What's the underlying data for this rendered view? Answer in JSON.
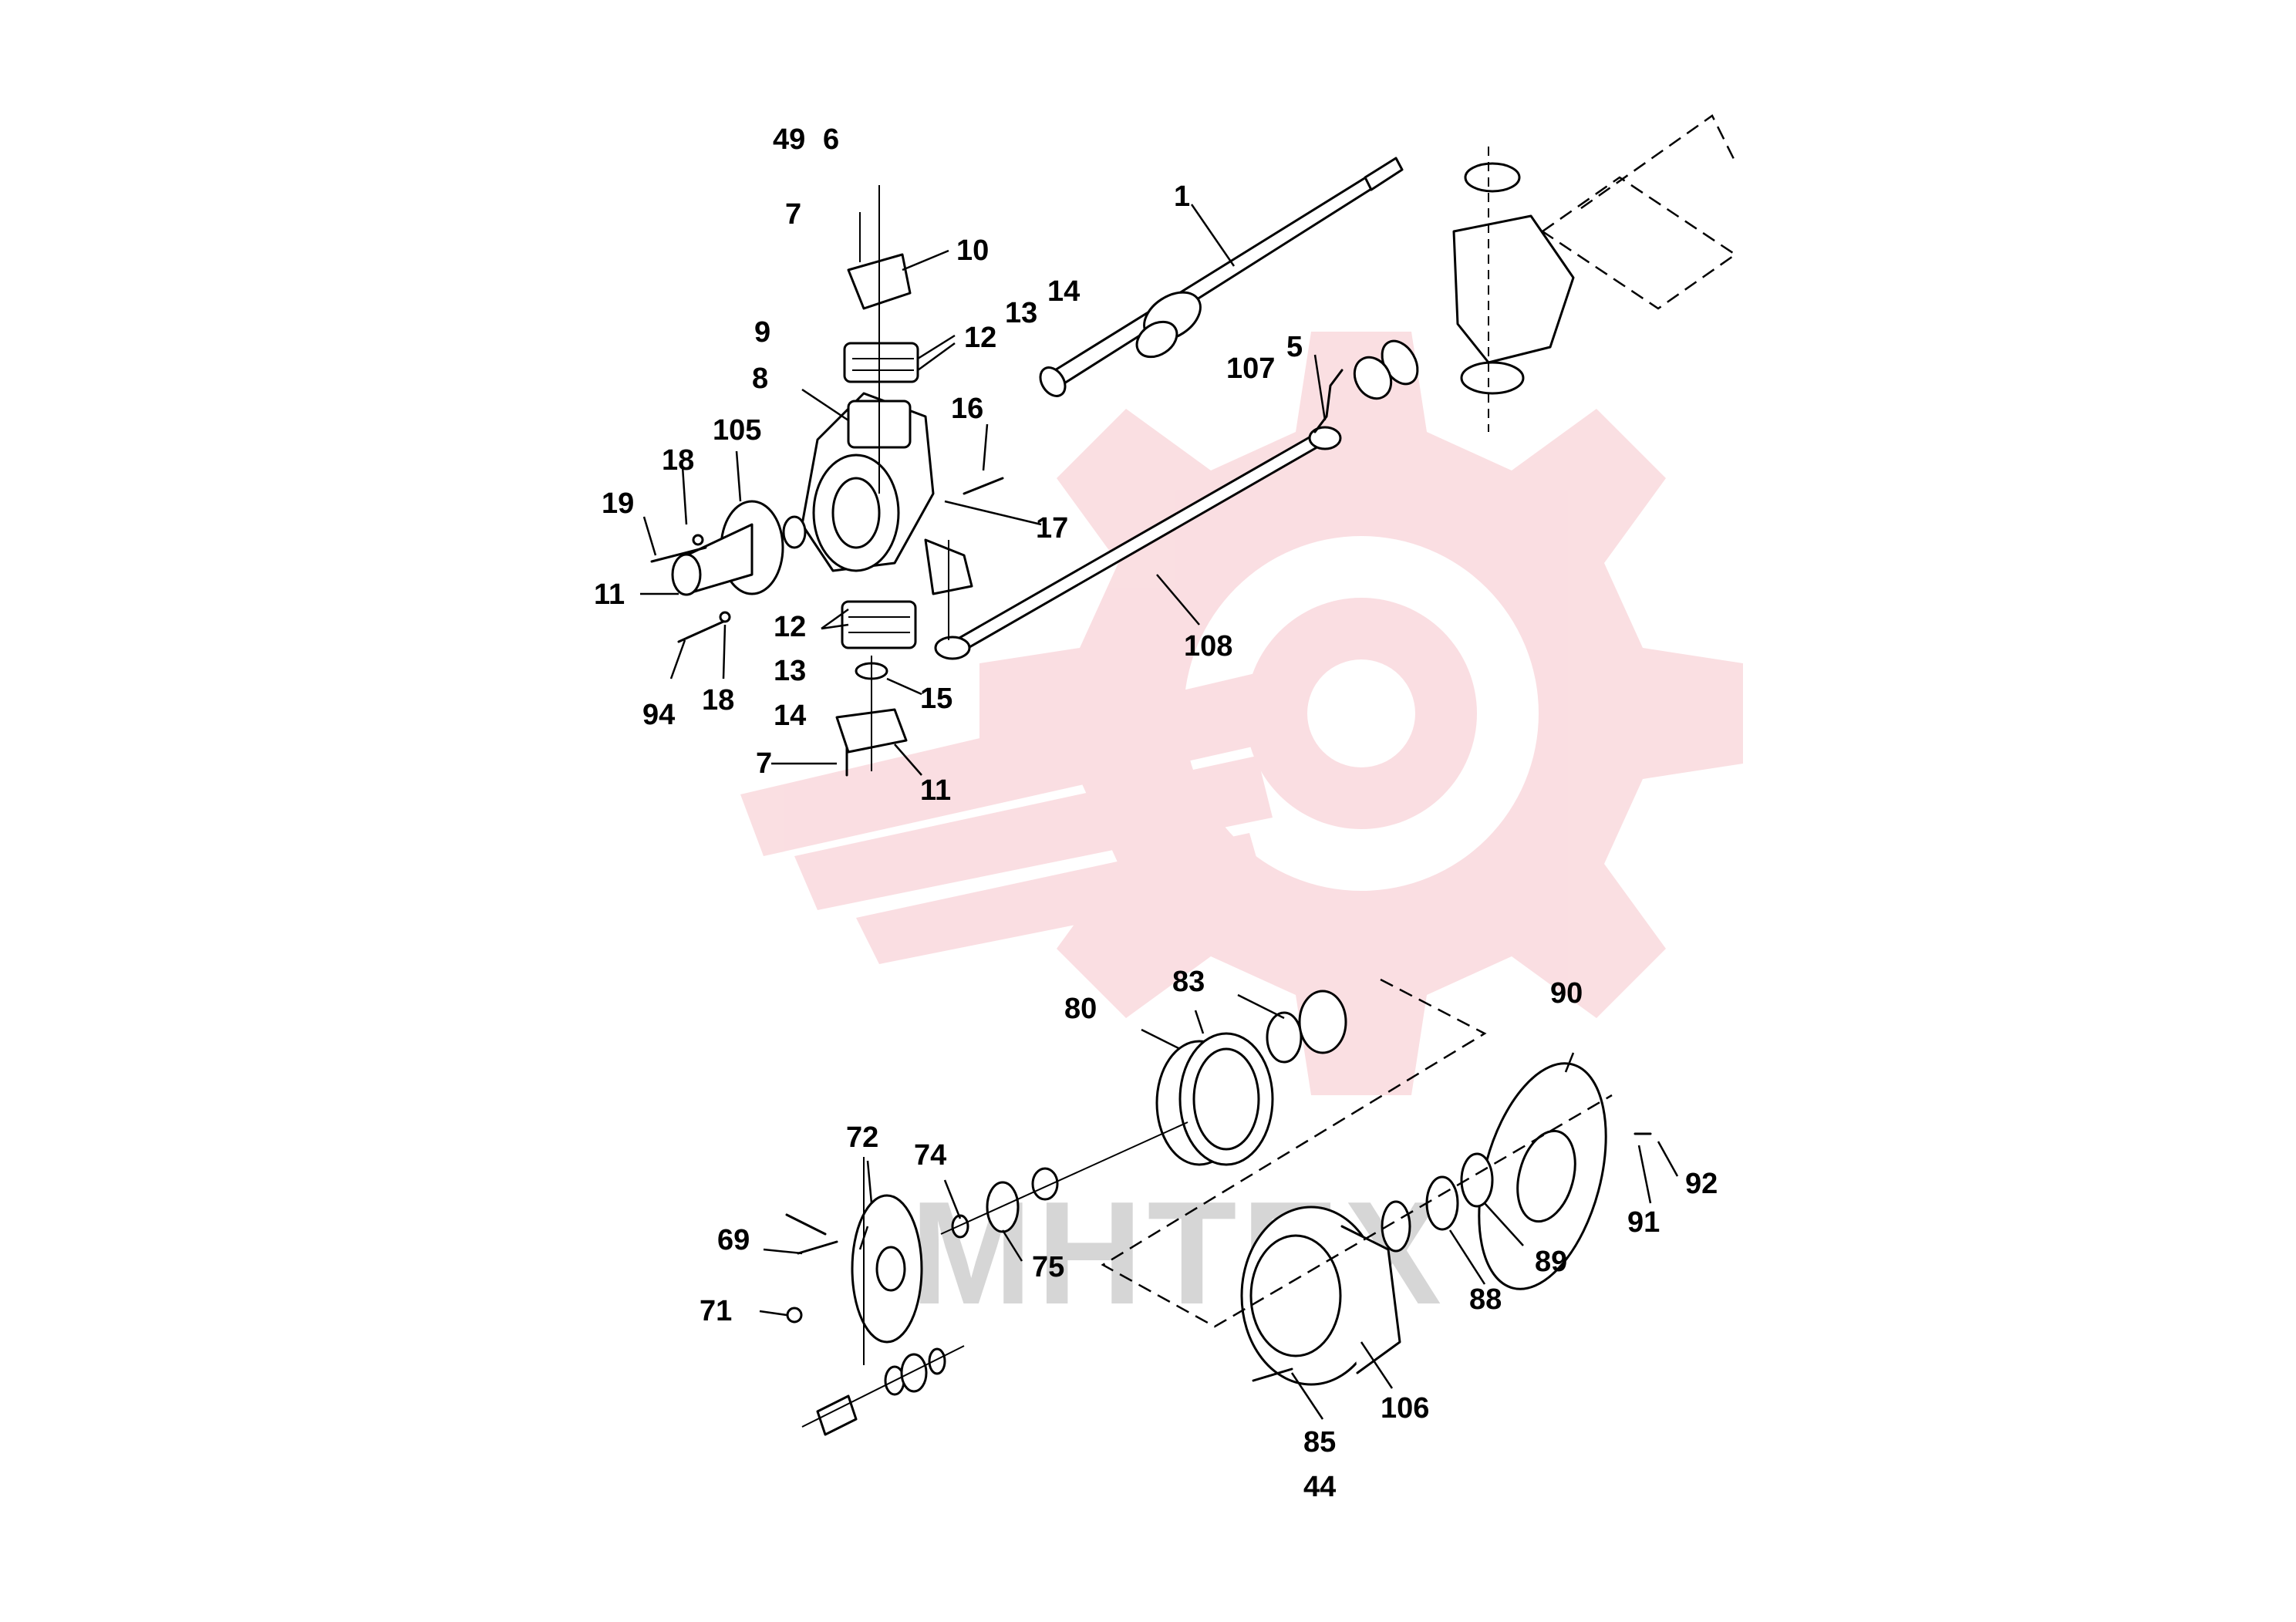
{
  "watermark": {
    "text": "MHTEX",
    "color": "#f5b8bf"
  },
  "callouts": [
    {
      "id": "c49",
      "text": "49"
    },
    {
      "id": "c6",
      "text": "6"
    },
    {
      "id": "c7a",
      "text": "7"
    },
    {
      "id": "c1",
      "text": "1"
    },
    {
      "id": "c10",
      "text": "10"
    },
    {
      "id": "c14a",
      "text": "14"
    },
    {
      "id": "c13a",
      "text": "13"
    },
    {
      "id": "c9",
      "text": "9"
    },
    {
      "id": "c12a",
      "text": "12"
    },
    {
      "id": "c5",
      "text": "5"
    },
    {
      "id": "c107",
      "text": "107"
    },
    {
      "id": "c8",
      "text": "8"
    },
    {
      "id": "c16",
      "text": "16"
    },
    {
      "id": "c105",
      "text": "105"
    },
    {
      "id": "c18a",
      "text": "18"
    },
    {
      "id": "c19",
      "text": "19"
    },
    {
      "id": "c17",
      "text": "17"
    },
    {
      "id": "c11a",
      "text": "11"
    },
    {
      "id": "c12b",
      "text": "12"
    },
    {
      "id": "c108",
      "text": "108"
    },
    {
      "id": "c13b",
      "text": "13"
    },
    {
      "id": "c15",
      "text": "15"
    },
    {
      "id": "c94",
      "text": "94"
    },
    {
      "id": "c18b",
      "text": "18"
    },
    {
      "id": "c14b",
      "text": "14"
    },
    {
      "id": "c7b",
      "text": "7"
    },
    {
      "id": "c11b",
      "text": "11"
    },
    {
      "id": "c83",
      "text": "83"
    },
    {
      "id": "c90",
      "text": "90"
    },
    {
      "id": "c80",
      "text": "80"
    },
    {
      "id": "c72",
      "text": "72"
    },
    {
      "id": "c74",
      "text": "74"
    },
    {
      "id": "c92",
      "text": "92"
    },
    {
      "id": "c91",
      "text": "91"
    },
    {
      "id": "c69",
      "text": "69"
    },
    {
      "id": "c75",
      "text": "75"
    },
    {
      "id": "c89",
      "text": "89"
    },
    {
      "id": "c71",
      "text": "71"
    },
    {
      "id": "c88",
      "text": "88"
    },
    {
      "id": "c106",
      "text": "106"
    },
    {
      "id": "c85",
      "text": "85"
    },
    {
      "id": "c44",
      "text": "44"
    }
  ]
}
